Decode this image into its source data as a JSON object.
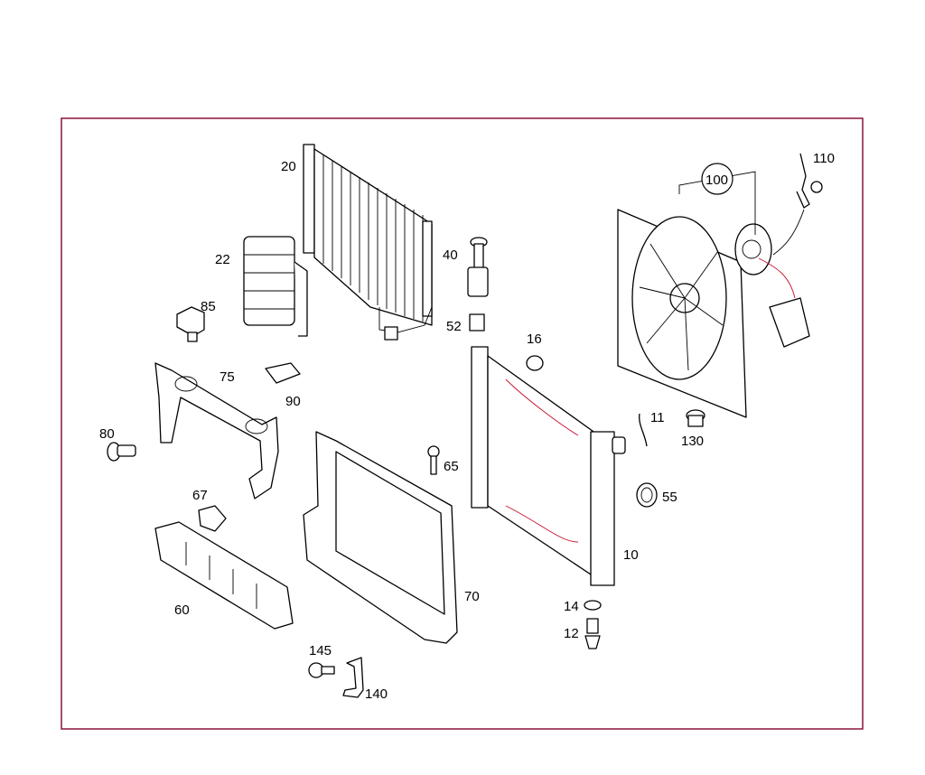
{
  "labels": {
    "l20": "20",
    "l22": "22",
    "l85": "85",
    "l40": "40",
    "l52": "52",
    "l16a": "16",
    "l16b": "16",
    "l100": "100",
    "l110": "110",
    "l75": "75",
    "l90": "90",
    "l80": "80",
    "l65": "65",
    "l11a": "11",
    "l11b": "11",
    "l130": "130",
    "l67": "67",
    "l55": "55",
    "l10": "10",
    "l60": "60",
    "l70": "70",
    "l14": "14",
    "l12": "12",
    "l145": "145",
    "l140": "140"
  },
  "colors": {
    "frame": "#8a1538",
    "highlight": "#c8102e"
  }
}
